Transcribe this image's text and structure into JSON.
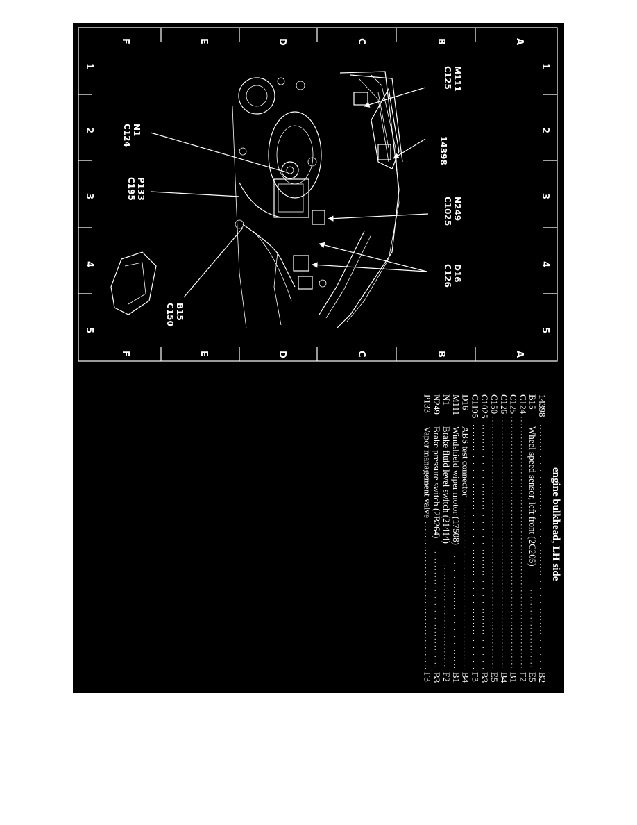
{
  "grid": {
    "letters": [
      "A",
      "B",
      "C",
      "D",
      "E",
      "F"
    ],
    "numbers": [
      "1",
      "2",
      "3",
      "4",
      "5"
    ]
  },
  "callouts": [
    {
      "id": "m111",
      "lines": [
        "M111",
        "C125"
      ]
    },
    {
      "id": "n1",
      "lines": [
        "N1",
        "C124"
      ]
    },
    {
      "id": "p14398",
      "lines": [
        "14398"
      ]
    },
    {
      "id": "p133",
      "lines": [
        "P133",
        "C195"
      ]
    },
    {
      "id": "n249",
      "lines": [
        "N249",
        "C1025"
      ]
    },
    {
      "id": "d16",
      "lines": [
        "D16",
        "C126"
      ]
    },
    {
      "id": "b15",
      "lines": [
        "B15",
        "C150"
      ]
    }
  ],
  "legend": {
    "title": "engine bulkhead, LH side",
    "items": [
      {
        "code": "14398",
        "desc": "",
        "loc": "B2"
      },
      {
        "code": "B15",
        "desc": "Wheel speed sensor, left front (2C205)",
        "loc": "E5"
      },
      {
        "code": "C124",
        "desc": "",
        "loc": "F2"
      },
      {
        "code": "C125",
        "desc": "",
        "loc": "B1"
      },
      {
        "code": "C126",
        "desc": "",
        "loc": "B4"
      },
      {
        "code": "C150",
        "desc": "",
        "loc": "E5"
      },
      {
        "code": "C1025",
        "desc": "",
        "loc": "B3"
      },
      {
        "code": "C1195",
        "desc": "",
        "loc": "F3"
      },
      {
        "code": "D16",
        "desc": "ABS test connector",
        "loc": "B4"
      },
      {
        "code": "M111",
        "desc": "Windshield wiper motor (17508)",
        "loc": "B1"
      },
      {
        "code": "N1",
        "desc": "Brake fluid level switch (21414)",
        "loc": "F2"
      },
      {
        "code": "N249",
        "desc": "Brake pressure switch (2B264)",
        "loc": "B3"
      },
      {
        "code": "P133",
        "desc": "Vapor management valve",
        "loc": "F3"
      }
    ]
  }
}
